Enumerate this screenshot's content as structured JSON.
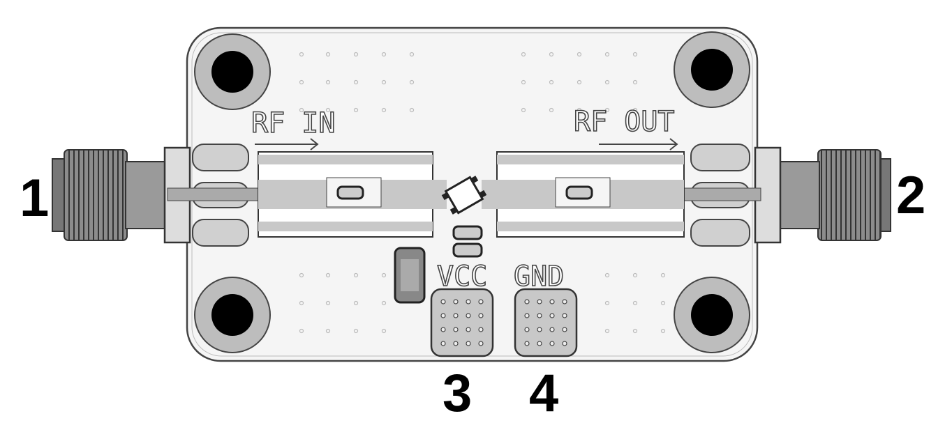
{
  "labels": {
    "rf_in": "RF IN",
    "rf_out": "RF OUT",
    "vcc": "VCC",
    "gnd": "GND"
  },
  "port_numbers": {
    "port1": "1",
    "port2": "2",
    "port3": "3",
    "port4": "4"
  },
  "colors": {
    "board": "#f4f4f4",
    "trace": "#c8c8c8",
    "hole": "#000000",
    "connector": "#8a8a8a"
  }
}
